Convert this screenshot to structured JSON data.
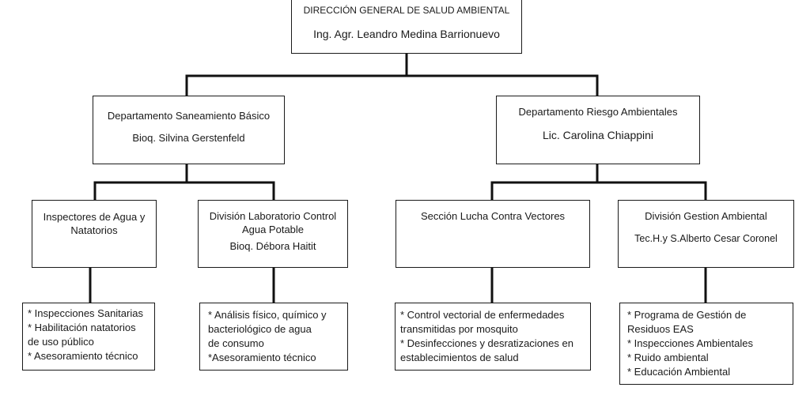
{
  "org_chart": {
    "top": {
      "title": "DIRECCIÓN GENERAL DE SALUD AMBIENTAL",
      "head": "Ing. Agr. Leandro Medina Barrionuevo"
    },
    "departments": [
      {
        "title": "Departamento Saneamiento Básico",
        "head": "Bioq. Silvina Gerstenfeld",
        "units": [
          {
            "title_lines": [
              "Inspectores de Agua y",
              "Natatorios"
            ],
            "head": "",
            "tasks": [
              "* Inspecciones Sanitarias",
              "* Habilitación natatorios",
              "de uso público",
              "* Asesoramiento técnico"
            ]
          },
          {
            "title_lines": [
              "División Laboratorio Control",
              "Agua Potable"
            ],
            "head": "Bioq. Débora Haitit",
            "tasks": [
              "* Análisis físico, químico y",
              "bacteriológico de agua",
              "de consumo",
              "*Asesoramiento técnico"
            ]
          }
        ]
      },
      {
        "title": "Departamento Riesgo Ambientales",
        "head": "Lic. Carolina Chiappini",
        "units": [
          {
            "title_lines": [
              "Sección Lucha Contra Vectores"
            ],
            "head": "",
            "tasks": [
              "* Control vectorial de enfermedades",
              "transmitidas por mosquito",
              "* Desinfecciones y desratizaciones en",
              "establecimientos de salud"
            ]
          },
          {
            "title_lines": [
              "División Gestion Ambiental"
            ],
            "head": "Tec.H.y S.Alberto Cesar Coronel",
            "tasks": [
              "* Programa de Gestión de",
              "Residuos EAS",
              "* Inspecciones Ambientales",
              "* Ruido ambiental",
              "* Educación Ambiental"
            ]
          }
        ]
      }
    ]
  }
}
